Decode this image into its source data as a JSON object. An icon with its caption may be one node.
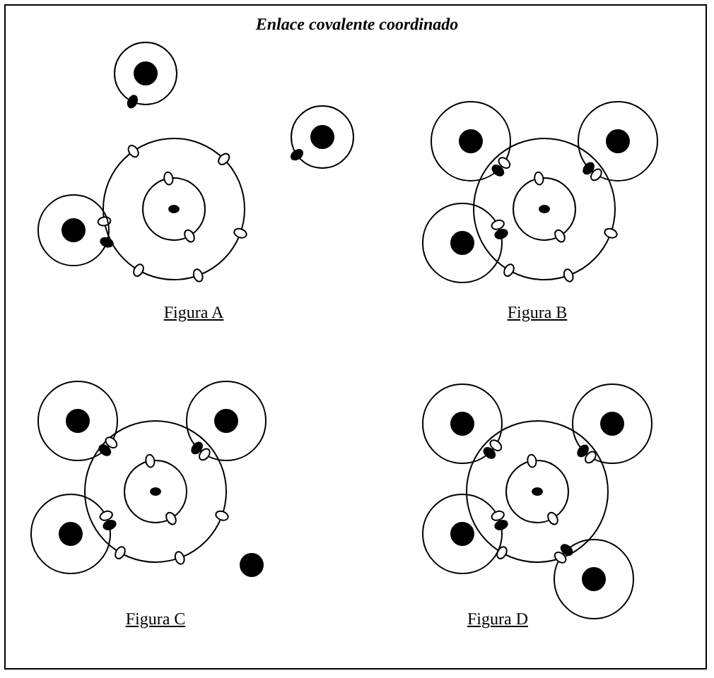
{
  "diagram": {
    "title": "Enlace covalente coordinado",
    "labels": [
      "Figura A",
      "Figura B",
      "Figura C",
      "Figura D"
    ]
  }
}
